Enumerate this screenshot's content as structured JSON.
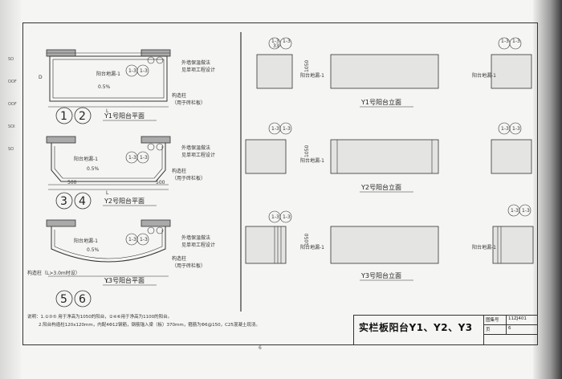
{
  "margin_marks": [
    "SO",
    "OOF",
    "OOF",
    "SOI",
    "SO"
  ],
  "plans": [
    {
      "circle_a": "1",
      "circle_b": "2",
      "caption": "Y1号阳台平面",
      "drain": "阳台地漏-1",
      "slope": "0.5%",
      "note1": "外墙保温做法",
      "note2": "见单项工程设计",
      "post1": "构造柱",
      "post2": "（用于砖栏板）",
      "dim": "L",
      "depth": "D"
    },
    {
      "circle_a": "3",
      "circle_b": "4",
      "caption": "Y2号阳台平面",
      "drain": "阳台地漏-1",
      "slope": "0.5%",
      "note1": "外墙保温做法",
      "note2": "见单项工程设计",
      "post1": "构造柱",
      "post2": "（用于砖栏板）",
      "dim": "L",
      "dim_side": "500"
    },
    {
      "circle_a": "5",
      "circle_b": "6",
      "caption": "Y3号阳台平面",
      "drain": "阳台地漏-1",
      "slope": "0.5%",
      "note1": "外墙保温做法",
      "note2": "见单项工程设计",
      "post1": "构造柱",
      "post2": "（用于砖栏板）",
      "dim": "L",
      "extra": "构造柱（L>3.0m时设）"
    }
  ],
  "elevations": [
    {
      "caption": "Y1号阳台立面",
      "drain": "阳台地漏-1",
      "h": "1050"
    },
    {
      "caption": "Y2号阳台立面",
      "drain": "阳台地漏-1",
      "h": "1050"
    },
    {
      "caption": "Y3号阳台立面",
      "drain": "阳台地漏-1",
      "h": "1050"
    }
  ],
  "ref_top": "1-3",
  "ref_bot": "33",
  "notes": [
    "说明：1.①③⑤ 用于净高为1050的阳台，②④⑥用于净高为1100的阳台。",
    "2.阳台构造柱120x120mm，内配4Φ12钢筋，钢筋锚入梁（板）370mm，箍筋为Φ6@150，C25混凝土现浇。"
  ],
  "title_block": {
    "title": "实栏板阳台Y1、Y2、Y3",
    "atlas_label": "图集号",
    "atlas_value": "11ZJ401",
    "page_label": "页",
    "page_value": "6"
  },
  "page_foot": "6"
}
